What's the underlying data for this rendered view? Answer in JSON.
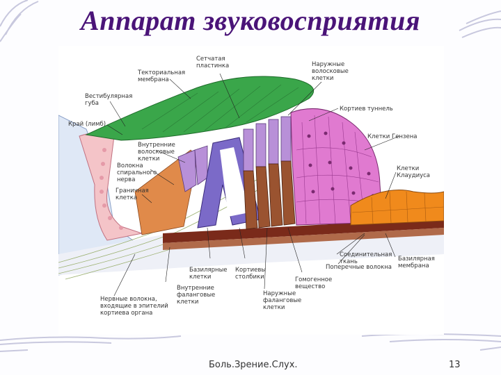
{
  "slide": {
    "title": "Аппарат звуковосприятия",
    "footer_text": "Боль.Зрение.Слух.",
    "page_number": "13"
  },
  "diagram": {
    "labels": {
      "reticular_lamina": "Сетчатая\nпластинка",
      "tectorial_membrane": "Текториальная\nмембрана",
      "outer_hair_cells": "Наружные\nволосковые\nклетки",
      "vestibular_lip": "Вестибулярная\nгуба",
      "corti_tunnel": "Кортиев туннель",
      "limbus_edge": "Край (лимб)",
      "hensen_cells": "Клетки Гензена",
      "inner_hair_cells": "Внутренние\nволосковые\nклетки",
      "spiral_nerve_fibers": "Волокна\nспирального\nнерва",
      "claudius_cells": "Клетки\nКлаудиуса",
      "border_cell": "Граничная\nклетка",
      "connective_tissue": "Соединительная\nткань",
      "transverse_fibers": "Поперечные волокна",
      "basilar_membrane": "Базилярная\nмембрана",
      "basilar_cells": "Базилярные\nклетки",
      "corti_pillars": "Кортиевы\nстолбики",
      "inner_phalangeal_cells": "Внутренние\nфаланговые\nклетки",
      "homogeneous_substance": "Гомогенное\nвещество",
      "outer_phalangeal_cells": "Наружные\nфаланговые\nклетки",
      "nerve_fibers_entering": "Нервные волокна,\nвходящие в эпителий\nкортиева органа"
    }
  },
  "colors": {
    "title": "#4a1478",
    "tectorial": "#3aa64a",
    "hensen": "#e07ad0",
    "claudius": "#f08a1c",
    "phalangeal": "#9a5330",
    "hair_cells": "#b890d8",
    "tunnel": "#7b6ac8",
    "basement": "#7a2a1a"
  }
}
